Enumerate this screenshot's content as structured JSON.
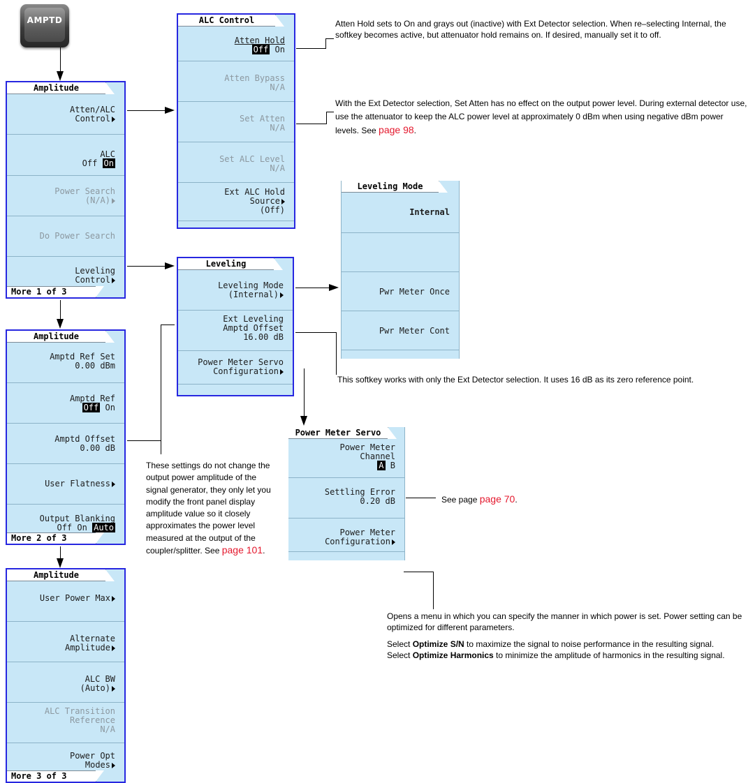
{
  "hardkey": {
    "label": "AMPTD"
  },
  "amplitude1": {
    "title": "Amplitude",
    "keys": [
      {
        "l1": "Atten/ALC",
        "l2": "Control"
      },
      {
        "l1": "ALC",
        "l2_off": "Off",
        "l2_on": "On"
      },
      {
        "l1": "Power Search",
        "l2": "(N/A)"
      },
      {
        "l1": "Do Power Search"
      },
      {
        "l1": "Leveling",
        "l2": "Control"
      }
    ],
    "more": "More 1 of 3"
  },
  "amplitude2": {
    "title": "Amplitude",
    "keys": [
      {
        "l1": "Amptd Ref Set",
        "l2": "0.00 dBm"
      },
      {
        "l1": "Amptd Ref",
        "l2_off": "Off",
        "l2_on": "On"
      },
      {
        "l1": "Amptd Offset",
        "l2": "0.00 dB"
      },
      {
        "l1": "User Flatness"
      },
      {
        "l1": "Output Blanking",
        "l2_off": "Off",
        "l2_on": "On",
        "l2_auto": "Auto"
      }
    ],
    "more": "More 2 of 3"
  },
  "amplitude3": {
    "title": "Amplitude",
    "keys": [
      {
        "l1": "User Power Max"
      },
      {
        "l1": "Alternate",
        "l2": "Amplitude"
      },
      {
        "l1": "ALC BW",
        "l2": "(Auto)"
      },
      {
        "l1": "ALC Transition",
        "l2": "Reference",
        "l3": "N/A"
      },
      {
        "l1": "Power Opt",
        "l2": "Modes"
      }
    ],
    "more": "More 3 of 3"
  },
  "alc_control": {
    "title": "ALC Control",
    "keys": [
      {
        "l1": "Atten Hold",
        "l2_off": "Off",
        "l2_on": "On"
      },
      {
        "l1": "Atten Bypass",
        "l2": "N/A"
      },
      {
        "l1": "Set Atten",
        "l2": "N/A"
      },
      {
        "l1": "Set ALC Level",
        "l2": "N/A"
      },
      {
        "l1": "Ext ALC Hold",
        "l2": "Source",
        "l3": "(Off)"
      }
    ]
  },
  "leveling": {
    "title": "Leveling",
    "keys": [
      {
        "l1": "Leveling Mode",
        "l2": "(Internal)"
      },
      {
        "l1": "Ext Leveling",
        "l2": "Amptd Offset",
        "l3": "16.00 dB"
      },
      {
        "l1": "Power Meter Servo",
        "l2": "Configuration"
      }
    ]
  },
  "leveling_mode": {
    "title": "Leveling Mode",
    "keys": [
      {
        "l1": "Internal"
      },
      {
        "l1": ""
      },
      {
        "l1": "Pwr Meter Once"
      },
      {
        "l1": "Pwr Meter Cont"
      }
    ]
  },
  "power_meter_servo": {
    "title": "Power Meter Servo",
    "keys": [
      {
        "l1": "Power Meter",
        "l2": "Channel",
        "l3_a": "A",
        "l3_b": "B"
      },
      {
        "l1": "Settling Error",
        "l2": "0.20 dB"
      },
      {
        "l1": "Power Meter",
        "l2": "Configuration"
      }
    ]
  },
  "notes": {
    "atten_hold": "Atten Hold sets to On and grays out (inactive) with Ext Detector selection. When re–selecting Internal, the softkey becomes active, but attenuator hold remains on. If desired, manually set it to off.",
    "set_atten": "With the Ext Detector selection, Set Atten has no effect on the output power level. During external detector use, use the attenuator to keep the ALC power level at approximately 0 dBm when using negative dBm power levels. See ",
    "set_atten_link": "page 98",
    "ext_leveling": "This softkey works with only the Ext Detector selection. It uses 16 dB as its zero reference point.",
    "amptd_settings": "These settings do not change the output power amplitude of the signal generator, they only let you modify the front panel display amplitude value so it closely approximates the power level measured at the output of the coupler/splitter. See ",
    "amptd_settings_link": "page 101",
    "settling": "See page ",
    "settling_link": "page 70",
    "power_opt_1": "Opens a menu in which you can specify the manner in which power is set. Power setting can be optimized for different parameters.",
    "power_opt_2a": "Select ",
    "power_opt_2b": "Optimize S/N",
    "power_opt_2c": " to maximize the signal to noise performance in the resulting signal.",
    "power_opt_3a": "Select ",
    "power_opt_3b": "Optimize Harmonics",
    "power_opt_3c": " to minimize the amplitude of harmonics in the resulting signal."
  }
}
